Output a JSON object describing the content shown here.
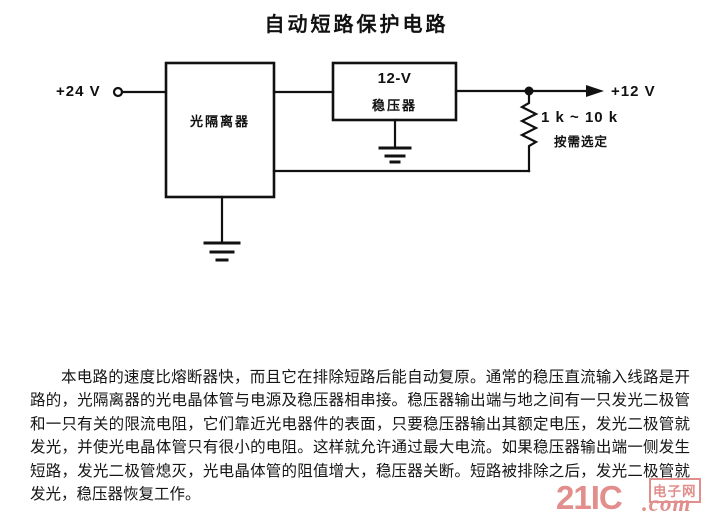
{
  "title": "自动短路保护电路",
  "circuit": {
    "input_label": "+24 V",
    "output_label": "+12 V",
    "optoisolator_label": "光隔离器",
    "regulator_label_line1": "12-V",
    "regulator_label_line2": "稳压器",
    "resistor_range": "1 k ~ 10 k",
    "resistor_note": "按需选定"
  },
  "description_text": "本电路的速度比熔断器快，而且它在排除短路后能自动复原。通常的稳压直流输入线路是开路的，光隔离器的光电晶体管与电源及稳压器相串接。稳压器输出端与地之间有一只发光二极管和一只有关的限流电阻，它们靠近光电器件的表面，只要稳压器输出其额定电压，发光二极管就发光，并使光电晶体管只有很小的电阻。这样就允许通过最大电流。如果稳压器输出端一侧发生短路，发光二极管熄灭，光电晶体管的阻值增大，稳压器关断。短路被排除之后，发光二极管就发光，稳压器恢复工作。",
  "watermark": {
    "logo_text": "21IC",
    "domain_suffix": ".com",
    "site_label": "电子网",
    "color": "#e28e8c"
  }
}
